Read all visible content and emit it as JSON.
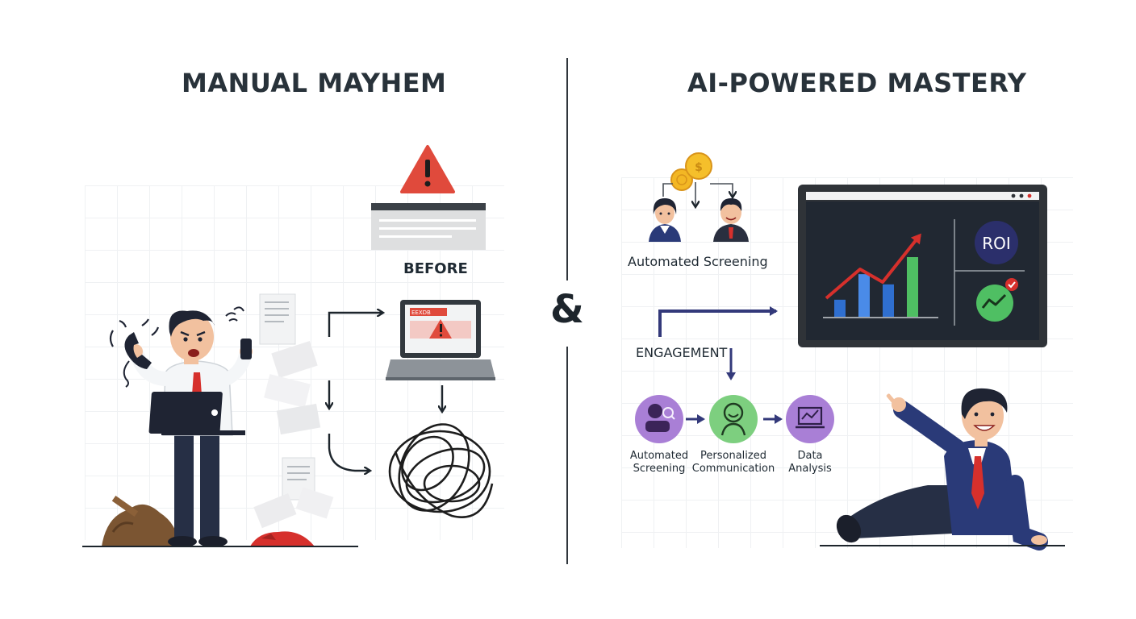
{
  "left_panel": {
    "title": "MANUAL MAYHEM",
    "before_label": "BEFORE",
    "laptop_alert_text": "EEXDB"
  },
  "separator": {
    "symbol": "&"
  },
  "right_panel": {
    "title": "AI-POWERED MASTERY",
    "top_flow_label": "Automated Screening",
    "engagement_label": "ENGAGEMENT",
    "dashboard_badge": "ROI",
    "steps": [
      {
        "line1": "Automated",
        "line2": "Screening",
        "icon": "screening-robot-icon",
        "color": "#a97fd6"
      },
      {
        "line1": "Personalized",
        "line2": "Communication",
        "icon": "smiling-person-icon",
        "color": "#7dcf7f"
      },
      {
        "line1": "Data",
        "line2": "Analysis",
        "icon": "analytics-laptop-icon",
        "color": "#a97fd6"
      }
    ],
    "chart_bars": [
      {
        "value": 20,
        "color": "#2f6fd0"
      },
      {
        "value": 50,
        "color": "#4a8be8"
      },
      {
        "value": 38,
        "color": "#2f6fd0"
      },
      {
        "value": 70,
        "color": "#4fbf63"
      }
    ]
  },
  "colors": {
    "alert_red": "#e04a3c",
    "navy_suit": "#262f45",
    "tie_red": "#d6302c",
    "accent_green": "#4fbf63",
    "roi_navy": "#2b2f6b"
  }
}
